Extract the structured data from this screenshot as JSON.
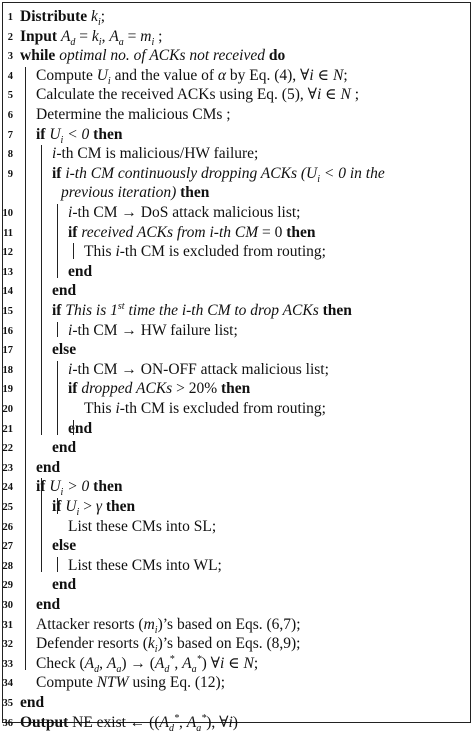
{
  "algorithm": {
    "lines": [
      {
        "n": "1",
        "indent": 0,
        "parts": [
          {
            "t": "Distribute ",
            "s": "k"
          },
          {
            "t": "k",
            "s": "i",
            "sub": "i"
          },
          {
            "t": ";"
          }
        ]
      },
      {
        "n": "2",
        "indent": 0,
        "parts": [
          {
            "t": "Input ",
            "s": "k"
          },
          {
            "t": "A",
            "s": "i",
            "sub": "d"
          },
          {
            "t": " = "
          },
          {
            "t": "k",
            "s": "i",
            "sub": "i"
          },
          {
            "t": ", "
          },
          {
            "t": "A",
            "s": "i",
            "sub": "a"
          },
          {
            "t": " = "
          },
          {
            "t": "m",
            "s": "i",
            "sub": "i"
          },
          {
            "t": " ;"
          }
        ]
      },
      {
        "n": "3",
        "indent": 0,
        "parts": [
          {
            "t": "while ",
            "s": "k"
          },
          {
            "t": "optimal no. of ACKs not received",
            "s": "i"
          },
          {
            "t": " do",
            "s": "k"
          }
        ]
      },
      {
        "n": "4",
        "indent": 1,
        "parts": [
          {
            "t": "Compute "
          },
          {
            "t": "U",
            "s": "i",
            "sub": "i"
          },
          {
            "t": " and the value of "
          },
          {
            "t": "α",
            "s": "i"
          },
          {
            "t": " by Eq. (4), ∀"
          },
          {
            "t": "i",
            "s": "i"
          },
          {
            "t": " ∈ "
          },
          {
            "t": "N",
            "s": "i"
          },
          {
            "t": ";"
          }
        ]
      },
      {
        "n": "5",
        "indent": 1,
        "parts": [
          {
            "t": "Calculate the received ACKs using Eq. (5), ∀"
          },
          {
            "t": "i",
            "s": "i"
          },
          {
            "t": " ∈ "
          },
          {
            "t": "N",
            "s": "i"
          },
          {
            "t": " ;"
          }
        ]
      },
      {
        "n": "6",
        "indent": 1,
        "parts": [
          {
            "t": "Determine the malicious CMs ;"
          }
        ]
      },
      {
        "n": "7",
        "indent": 1,
        "parts": [
          {
            "t": "if ",
            "s": "k"
          },
          {
            "t": "U",
            "s": "i",
            "sub": "i"
          },
          {
            "t": " < 0",
            "s": "i"
          },
          {
            "t": " then",
            "s": "k"
          }
        ]
      },
      {
        "n": "8",
        "indent": 2,
        "parts": [
          {
            "t": "i",
            "s": "i"
          },
          {
            "t": "-th CM is malicious/HW failure;"
          }
        ]
      },
      {
        "n": "9",
        "indent": 2,
        "parts": [
          {
            "t": "if ",
            "s": "k"
          },
          {
            "t": "i-th CM continuously dropping ACKs (",
            "s": "i"
          },
          {
            "t": "U",
            "s": "i",
            "sub": "i"
          },
          {
            "t": " < 0 in the",
            "s": "i"
          }
        ]
      },
      {
        "n": "",
        "indent": 2,
        "extra": 9,
        "parts": [
          {
            "t": "previous iteration)",
            "s": "i"
          },
          {
            "t": " then",
            "s": "k"
          }
        ]
      },
      {
        "n": "10",
        "indent": 3,
        "parts": [
          {
            "t": "i",
            "s": "i"
          },
          {
            "t": "-th CM → DoS attack malicious list;"
          }
        ]
      },
      {
        "n": "11",
        "indent": 3,
        "parts": [
          {
            "t": "if ",
            "s": "k"
          },
          {
            "t": "received ACKs from i-th CM",
            "s": "i"
          },
          {
            "t": " = 0 "
          },
          {
            "t": "then",
            "s": "k"
          }
        ]
      },
      {
        "n": "12",
        "indent": 4,
        "parts": [
          {
            "t": "This "
          },
          {
            "t": "i",
            "s": "i"
          },
          {
            "t": "-th CM is excluded from routing;"
          }
        ]
      },
      {
        "n": "13",
        "indent": 3,
        "parts": [
          {
            "t": "end",
            "s": "k"
          }
        ]
      },
      {
        "n": "14",
        "indent": 2,
        "parts": [
          {
            "t": "end",
            "s": "k"
          }
        ]
      },
      {
        "n": "15",
        "indent": 2,
        "parts": [
          {
            "t": "if ",
            "s": "k"
          },
          {
            "t": "This is 1",
            "s": "i",
            "sup": "st"
          },
          {
            "t": " time the i-th CM to drop ACKs",
            "s": "i"
          },
          {
            "t": " then",
            "s": "k"
          }
        ]
      },
      {
        "n": "16",
        "indent": 3,
        "parts": [
          {
            "t": "i",
            "s": "i"
          },
          {
            "t": "-th CM → HW failure list;"
          }
        ]
      },
      {
        "n": "17",
        "indent": 2,
        "parts": [
          {
            "t": "else",
            "s": "k"
          }
        ]
      },
      {
        "n": "18",
        "indent": 3,
        "parts": [
          {
            "t": "i",
            "s": "i"
          },
          {
            "t": "-th CM → ON-OFF attack malicious list;"
          }
        ]
      },
      {
        "n": "19",
        "indent": 3,
        "parts": [
          {
            "t": "if ",
            "s": "k"
          },
          {
            "t": "dropped ACKs",
            "s": "i"
          },
          {
            "t": " > 20% "
          },
          {
            "t": "then",
            "s": "k"
          }
        ]
      },
      {
        "n": "20",
        "indent": 4,
        "parts": [
          {
            "t": "This "
          },
          {
            "t": "i",
            "s": "i"
          },
          {
            "t": "-th CM is excluded from routing;"
          }
        ]
      },
      {
        "n": "21",
        "indent": 3,
        "parts": [
          {
            "t": "end",
            "s": "k"
          }
        ]
      },
      {
        "n": "22",
        "indent": 2,
        "parts": [
          {
            "t": "end",
            "s": "k"
          }
        ]
      },
      {
        "n": "23",
        "indent": 1,
        "parts": [
          {
            "t": "end",
            "s": "k"
          }
        ]
      },
      {
        "n": "24",
        "indent": 1,
        "parts": [
          {
            "t": "if ",
            "s": "k"
          },
          {
            "t": " U",
            "s": "i",
            "sub": "i"
          },
          {
            "t": " > 0",
            "s": "i"
          },
          {
            "t": " then",
            "s": "k"
          }
        ]
      },
      {
        "n": "25",
        "indent": 2,
        "parts": [
          {
            "t": "if ",
            "s": "k"
          },
          {
            "t": "U",
            "s": "i",
            "sub": "i"
          },
          {
            "t": " > "
          },
          {
            "t": "γ",
            "s": "i"
          },
          {
            "t": " then",
            "s": "k"
          }
        ]
      },
      {
        "n": "26",
        "indent": 3,
        "parts": [
          {
            "t": "List these CMs into SL;"
          }
        ]
      },
      {
        "n": "27",
        "indent": 2,
        "parts": [
          {
            "t": "else",
            "s": "k"
          }
        ]
      },
      {
        "n": "28",
        "indent": 3,
        "parts": [
          {
            "t": "List these CMs into WL;"
          }
        ]
      },
      {
        "n": "29",
        "indent": 2,
        "parts": [
          {
            "t": "end",
            "s": "k"
          }
        ]
      },
      {
        "n": "30",
        "indent": 1,
        "parts": [
          {
            "t": "end",
            "s": "k"
          }
        ]
      },
      {
        "n": "31",
        "indent": 1,
        "parts": [
          {
            "t": "Attacker resorts ("
          },
          {
            "t": "m",
            "s": "i",
            "sub": "i"
          },
          {
            "t": ")’s based on Eqs. (6,7);"
          }
        ]
      },
      {
        "n": "32",
        "indent": 1,
        "parts": [
          {
            "t": "Defender resorts ("
          },
          {
            "t": "k",
            "s": "i",
            "sub": "i"
          },
          {
            "t": ")’s based on Eqs. (8,9);"
          }
        ]
      },
      {
        "n": "33",
        "indent": 1,
        "parts": [
          {
            "t": "Check ("
          },
          {
            "t": "A",
            "s": "i",
            "sub": "d"
          },
          {
            "t": ", "
          },
          {
            "t": "A",
            "s": "i",
            "sub": "a"
          },
          {
            "t": ") → ("
          },
          {
            "t": "A",
            "s": "i",
            "sub": "d",
            "sup": "*"
          },
          {
            "t": ", "
          },
          {
            "t": "A",
            "s": "i",
            "sub": "a",
            "sup": "*"
          },
          {
            "t": ") ∀"
          },
          {
            "t": "i",
            "s": "i"
          },
          {
            "t": " ∈ "
          },
          {
            "t": "N",
            "s": "i"
          },
          {
            "t": ";"
          }
        ]
      },
      {
        "n": "34",
        "indent": 1,
        "parts": [
          {
            "t": "Compute "
          },
          {
            "t": "NTW",
            "s": "i"
          },
          {
            "t": " using Eq. (12);"
          }
        ]
      },
      {
        "n": "35",
        "indent": 0,
        "parts": [
          {
            "t": "end",
            "s": "k"
          }
        ]
      },
      {
        "n": "36",
        "indent": 0,
        "parts": [
          {
            "t": "Output ",
            "s": "k"
          },
          {
            "t": "NE exist ← (("
          },
          {
            "t": "A",
            "s": "i",
            "sub": "d",
            "sup": "*"
          },
          {
            "t": ", "
          },
          {
            "t": "A",
            "s": "i",
            "sub": "a",
            "sup": "*"
          },
          {
            "t": "), ∀"
          },
          {
            "t": "i",
            "s": "i"
          },
          {
            "t": ")"
          }
        ]
      }
    ]
  }
}
